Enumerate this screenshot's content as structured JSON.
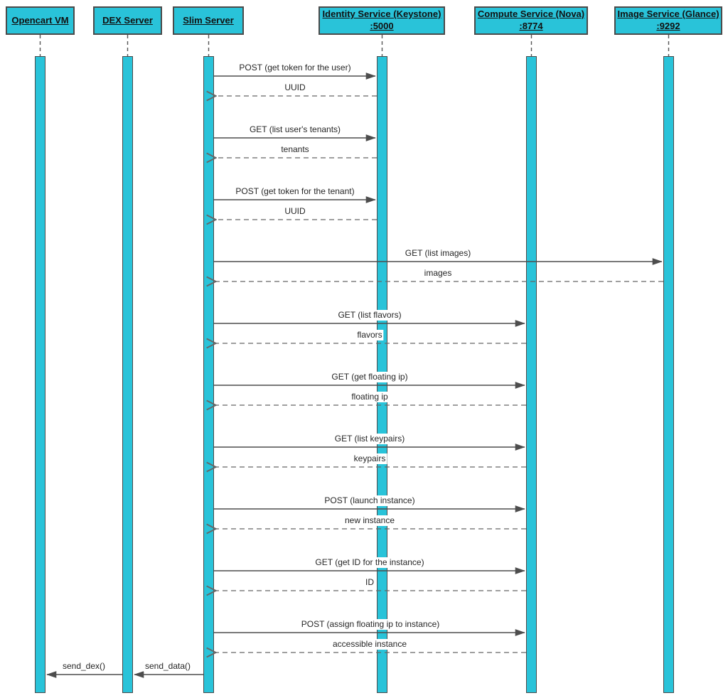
{
  "diagram": {
    "type": "uml-sequence-diagram",
    "title": "Slim Server OpenStack instance provisioning sequence"
  },
  "colors": {
    "lifeline_fill": "#29c3d9",
    "lifeline_border": "#4a4a4a",
    "arrow": "#4d4d4d",
    "return_arrow": "#666666",
    "label_text": "#262626"
  },
  "actors": [
    {
      "name": "Opencart VM"
    },
    {
      "name": "DEX Server"
    },
    {
      "name": "Slim Server"
    },
    {
      "name": "Identity Service (Keystone)",
      "port": ":5000"
    },
    {
      "name": "Compute Service (Nova)",
      "port": ":8774"
    },
    {
      "name": "Image Service (Glance)",
      "port": ":9292"
    }
  ],
  "messages": [
    {
      "label": "POST (get token for the user)",
      "from": "Slim Server",
      "to": "Identity Service (Keystone)",
      "kind": "request"
    },
    {
      "label": "UUID",
      "from": "Identity Service (Keystone)",
      "to": "Slim Server",
      "kind": "response"
    },
    {
      "label": "GET (list user's tenants)",
      "from": "Slim Server",
      "to": "Identity Service (Keystone)",
      "kind": "request"
    },
    {
      "label": "tenants",
      "from": "Identity Service (Keystone)",
      "to": "Slim Server",
      "kind": "response"
    },
    {
      "label": "POST (get token for the tenant)",
      "from": "Slim Server",
      "to": "Identity Service (Keystone)",
      "kind": "request"
    },
    {
      "label": "UUID",
      "from": "Identity Service (Keystone)",
      "to": "Slim Server",
      "kind": "response"
    },
    {
      "label": "GET (list images)",
      "from": "Slim Server",
      "to": "Image Service (Glance)",
      "kind": "request"
    },
    {
      "label": "images",
      "from": "Image Service (Glance)",
      "to": "Slim Server",
      "kind": "response"
    },
    {
      "label": "GET (list flavors)",
      "from": "Slim Server",
      "to": "Compute Service (Nova)",
      "kind": "request"
    },
    {
      "label": "flavors",
      "from": "Compute Service (Nova)",
      "to": "Slim Server",
      "kind": "response"
    },
    {
      "label": "GET (get floating ip)",
      "from": "Slim Server",
      "to": "Compute Service (Nova)",
      "kind": "request"
    },
    {
      "label": "floating ip",
      "from": "Compute Service (Nova)",
      "to": "Slim Server",
      "kind": "response"
    },
    {
      "label": "GET (list keypairs)",
      "from": "Slim Server",
      "to": "Compute Service (Nova)",
      "kind": "request"
    },
    {
      "label": "keypairs",
      "from": "Compute Service (Nova)",
      "to": "Slim Server",
      "kind": "response"
    },
    {
      "label": "POST (launch instance)",
      "from": "Slim Server",
      "to": "Compute Service (Nova)",
      "kind": "request"
    },
    {
      "label": "new instance",
      "from": "Compute Service (Nova)",
      "to": "Slim Server",
      "kind": "response"
    },
    {
      "label": "GET (get ID for the instance)",
      "from": "Slim Server",
      "to": "Compute Service (Nova)",
      "kind": "request"
    },
    {
      "label": "ID",
      "from": "Compute Service (Nova)",
      "to": "Slim Server",
      "kind": "response"
    },
    {
      "label": "POST (assign floating ip to instance)",
      "from": "Slim Server",
      "to": "Compute Service (Nova)",
      "kind": "request"
    },
    {
      "label": "accessible instance",
      "from": "Compute Service (Nova)",
      "to": "Slim Server",
      "kind": "response"
    },
    {
      "label": "send_data()",
      "from": "Slim Server",
      "to": "DEX Server",
      "kind": "request"
    },
    {
      "label": "send_dex()",
      "from": "DEX Server",
      "to": "Opencart VM",
      "kind": "request"
    }
  ]
}
